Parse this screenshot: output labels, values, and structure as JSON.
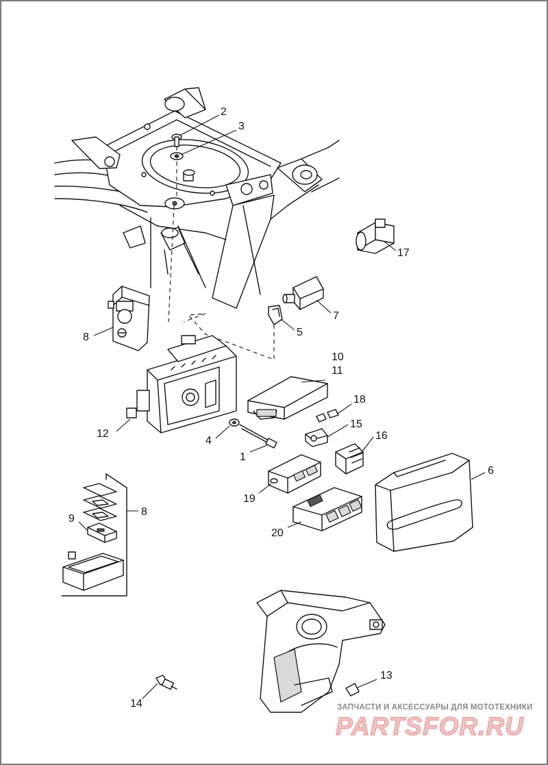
{
  "diagram": {
    "callouts": [
      {
        "id": "2",
        "text": "2"
      },
      {
        "id": "3",
        "text": "3"
      },
      {
        "id": "17",
        "text": "17"
      },
      {
        "id": "7",
        "text": "7"
      },
      {
        "id": "5",
        "text": "5"
      },
      {
        "id": "8a",
        "text": "8"
      },
      {
        "id": "10",
        "text": "10"
      },
      {
        "id": "11",
        "text": "11"
      },
      {
        "id": "18",
        "text": "18"
      },
      {
        "id": "15",
        "text": "15"
      },
      {
        "id": "16",
        "text": "16"
      },
      {
        "id": "12",
        "text": "12"
      },
      {
        "id": "4",
        "text": "4"
      },
      {
        "id": "1",
        "text": "1"
      },
      {
        "id": "6",
        "text": "6"
      },
      {
        "id": "19",
        "text": "19"
      },
      {
        "id": "20",
        "text": "20"
      },
      {
        "id": "9",
        "text": "9"
      },
      {
        "id": "8b",
        "text": "8"
      },
      {
        "id": "13",
        "text": "13"
      },
      {
        "id": "14",
        "text": "14"
      }
    ]
  },
  "watermark": {
    "caption": "ЗАПЧАСТИ И АКСЕССУАРЫ ДЛЯ МОТОТЕХНИКИ",
    "brand": "PARTSFOR.RU",
    "color": "#e49a9a"
  }
}
